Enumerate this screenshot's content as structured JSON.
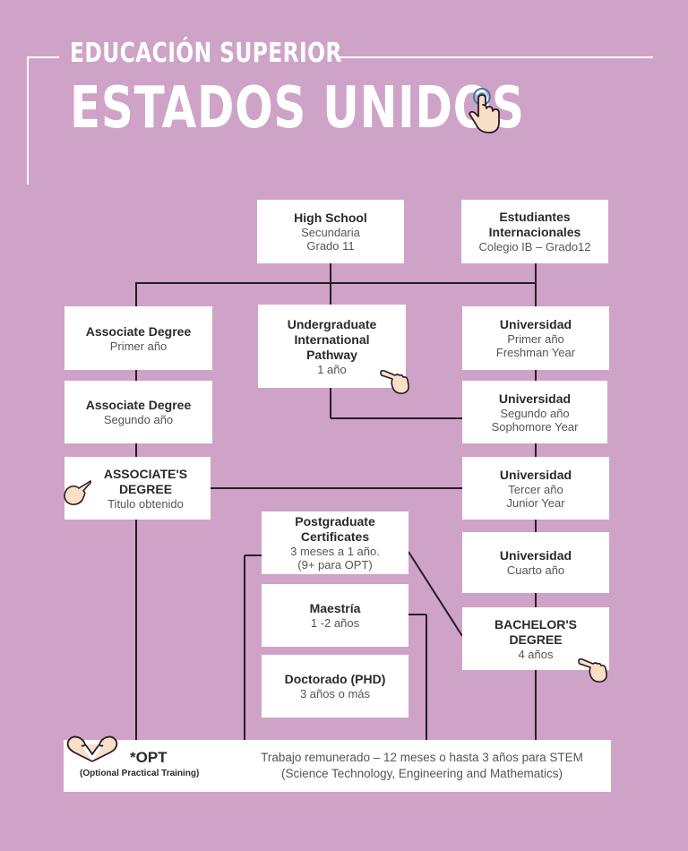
{
  "header": {
    "line1": "EDUCACIÓN SUPERIOR",
    "line2": "ESTADOS UNIDOS"
  },
  "colors": {
    "background": "#cfa3c8",
    "box": "#ffffff",
    "connector": "#2a1a28"
  },
  "icons": [
    "pointing-hand-icon",
    "heart-hands-icon"
  ],
  "nodes": {
    "high_school": {
      "title": "High School",
      "sub1": "Secundaria",
      "sub2": "Grado 11"
    },
    "internacionales": {
      "title": "Estudiantes Internacionales",
      "sub1": "Colegio IB – Grado12"
    },
    "assoc1": {
      "title": "Associate Degree",
      "sub1": "Primer año"
    },
    "uip": {
      "title": "Undergraduate International Pathway",
      "sub1": "1 año"
    },
    "uni1": {
      "title": "Universidad",
      "sub1": "Primer año",
      "sub2": "Freshman Year"
    },
    "assoc2": {
      "title": "Associate Degree",
      "sub1": "Segundo año"
    },
    "uni2": {
      "title": "Universidad",
      "sub1": "Segundo año",
      "sub2": "Sophomore Year"
    },
    "assoc_deg": {
      "title": "ASSOCIATE'S DEGREE",
      "sub1": "Titulo obtenido"
    },
    "uni3": {
      "title": "Universidad",
      "sub1": "Tercer año",
      "sub2": "Junior Year"
    },
    "postgrad": {
      "title": "Postgraduate Certificates",
      "sub1": "3 meses a 1 año.",
      "sub2": "(9+ para OPT)"
    },
    "uni4": {
      "title": "Universidad",
      "sub1": "Cuarto año"
    },
    "maestria": {
      "title": "Maestría",
      "sub1": "1 -2 años"
    },
    "bachelor": {
      "title": "BACHELOR'S DEGREE",
      "sub1": "4 años"
    },
    "doctorado": {
      "title": "Doctorado (PHD)",
      "sub1": "3 años o más"
    }
  },
  "opt": {
    "title": "*OPT",
    "subtitle": "(Optional Practical Training)",
    "line1": "Trabajo remunerado – 12 meses o hasta 3 años para STEM",
    "line2": "(Science Technology, Engineering and Mathematics)"
  }
}
